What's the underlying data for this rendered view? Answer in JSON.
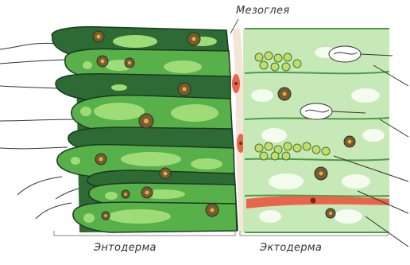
{
  "labels": {
    "mesoglea": "Мезоглея",
    "entoderm": "Энтодерма",
    "ectoderm": "Эктодерма"
  },
  "colors": {
    "entoderm_cell_light": "#57b04a",
    "entoderm_cell_dark": "#2e6a34",
    "vacuole": "#9fdc78",
    "ectoderm_bg": "#c7e9b8",
    "ectoderm_cell": "#6fc06a",
    "mesoglea_cell": "#e8644a",
    "nucleus": "#7a5a2e",
    "outline": "#1b3a22"
  }
}
